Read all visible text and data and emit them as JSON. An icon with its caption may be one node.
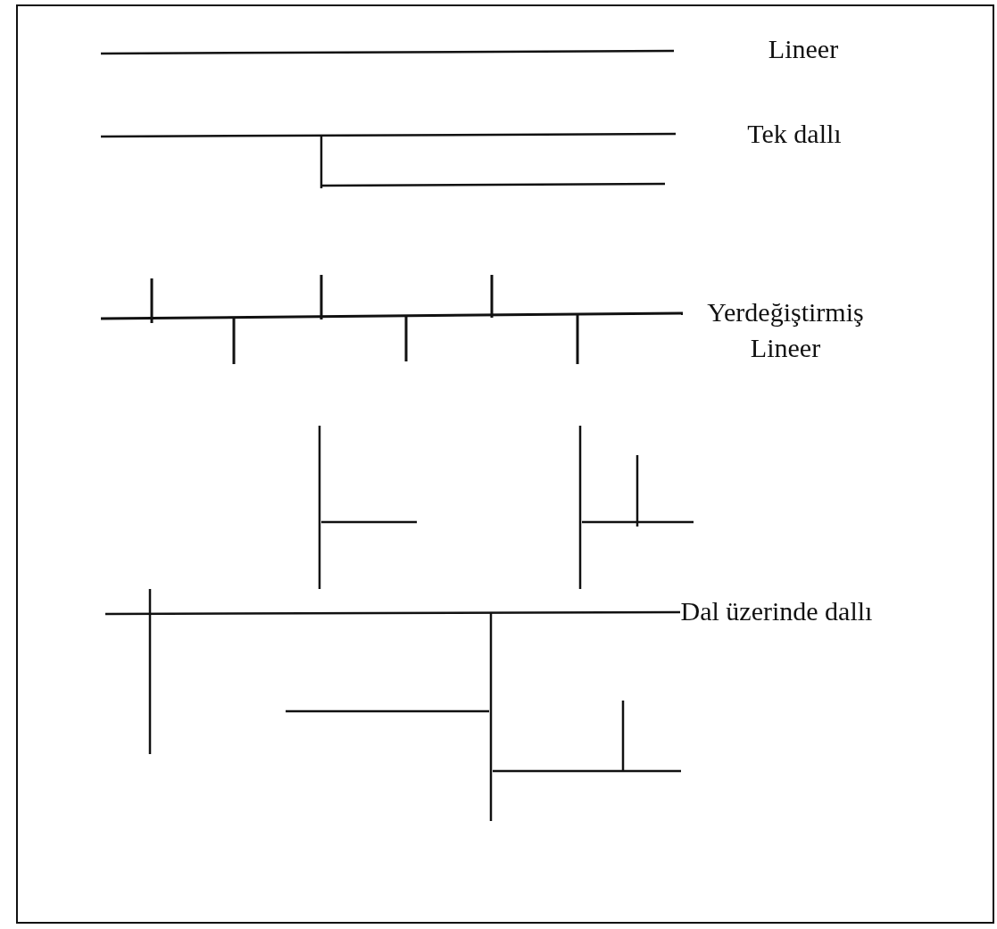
{
  "diagram": {
    "labels": [
      "Lineer",
      "Tek dallı",
      "Yerdeğiştirmiş Lineer",
      "Dal üzerinde dallı"
    ]
  }
}
